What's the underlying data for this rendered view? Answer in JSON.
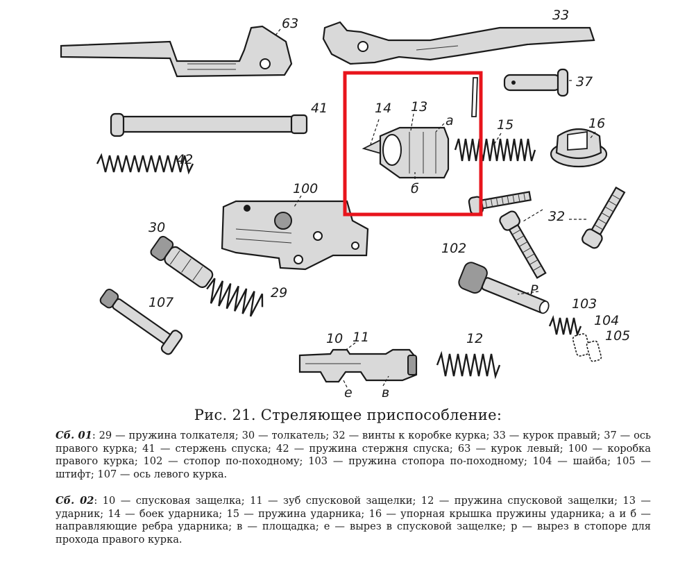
{
  "figure": {
    "part_labels": {
      "p63": "63",
      "p33": "33",
      "p37": "37",
      "p41": "41",
      "p42": "42",
      "p14": "14",
      "p13": "13",
      "pa": "а",
      "pb": "б",
      "p15": "15",
      "p16": "16",
      "p100": "100",
      "p30": "30",
      "p32": "32",
      "p102": "102",
      "pP": "Р",
      "p29": "29",
      "p107": "107",
      "p103": "103",
      "p104": "104",
      "p105": "105",
      "p10": "10",
      "p11": "11",
      "p12": "12",
      "pe": "е",
      "pv": "в"
    },
    "highlight_color": "#e8141c"
  },
  "caption": {
    "title": "Рис. 21. Стреляющее приспособление:",
    "group1_label": "Сб. 01",
    "group1_text": ": 29 — пружина толкателя; 30 — толкатель; 32 — винты к коробке курка; 33 — курок правый; 37 — ось правого курка; 41 — стержень спуска; 42 — пружина стержня спуска; 63 — курок левый; 100 — коробка правого курка; 102 — стопор по-походному; 103 — пружина стопора по-походному; 104 — шайба; 105 — штифт; 107 — ось левого курка.",
    "group2_label": "Сб. 02",
    "group2_text": ": 10 — спусковая защелка; 11 — зуб спусковой защелки; 12 — пружина спусковой защелки; 13 — ударник; 14 — боек ударника; 15 — пружина ударника; 16 — упорная крышка пружины ударника; а и б — направляющие ребра ударника; в — площадка; е — вырез в спусковой защелке; р — вырез в стопоре для прохода правого курка."
  }
}
